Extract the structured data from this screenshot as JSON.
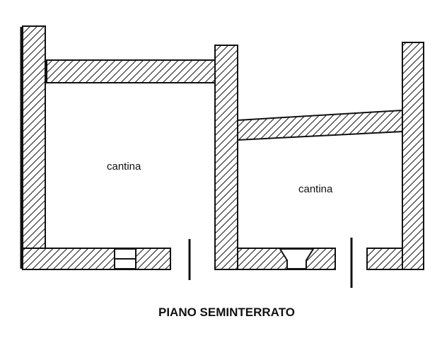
{
  "plan": {
    "title": "PIANO SEMINTERRATO",
    "rooms": [
      {
        "label": "cantina"
      },
      {
        "label": "cantina"
      }
    ]
  }
}
